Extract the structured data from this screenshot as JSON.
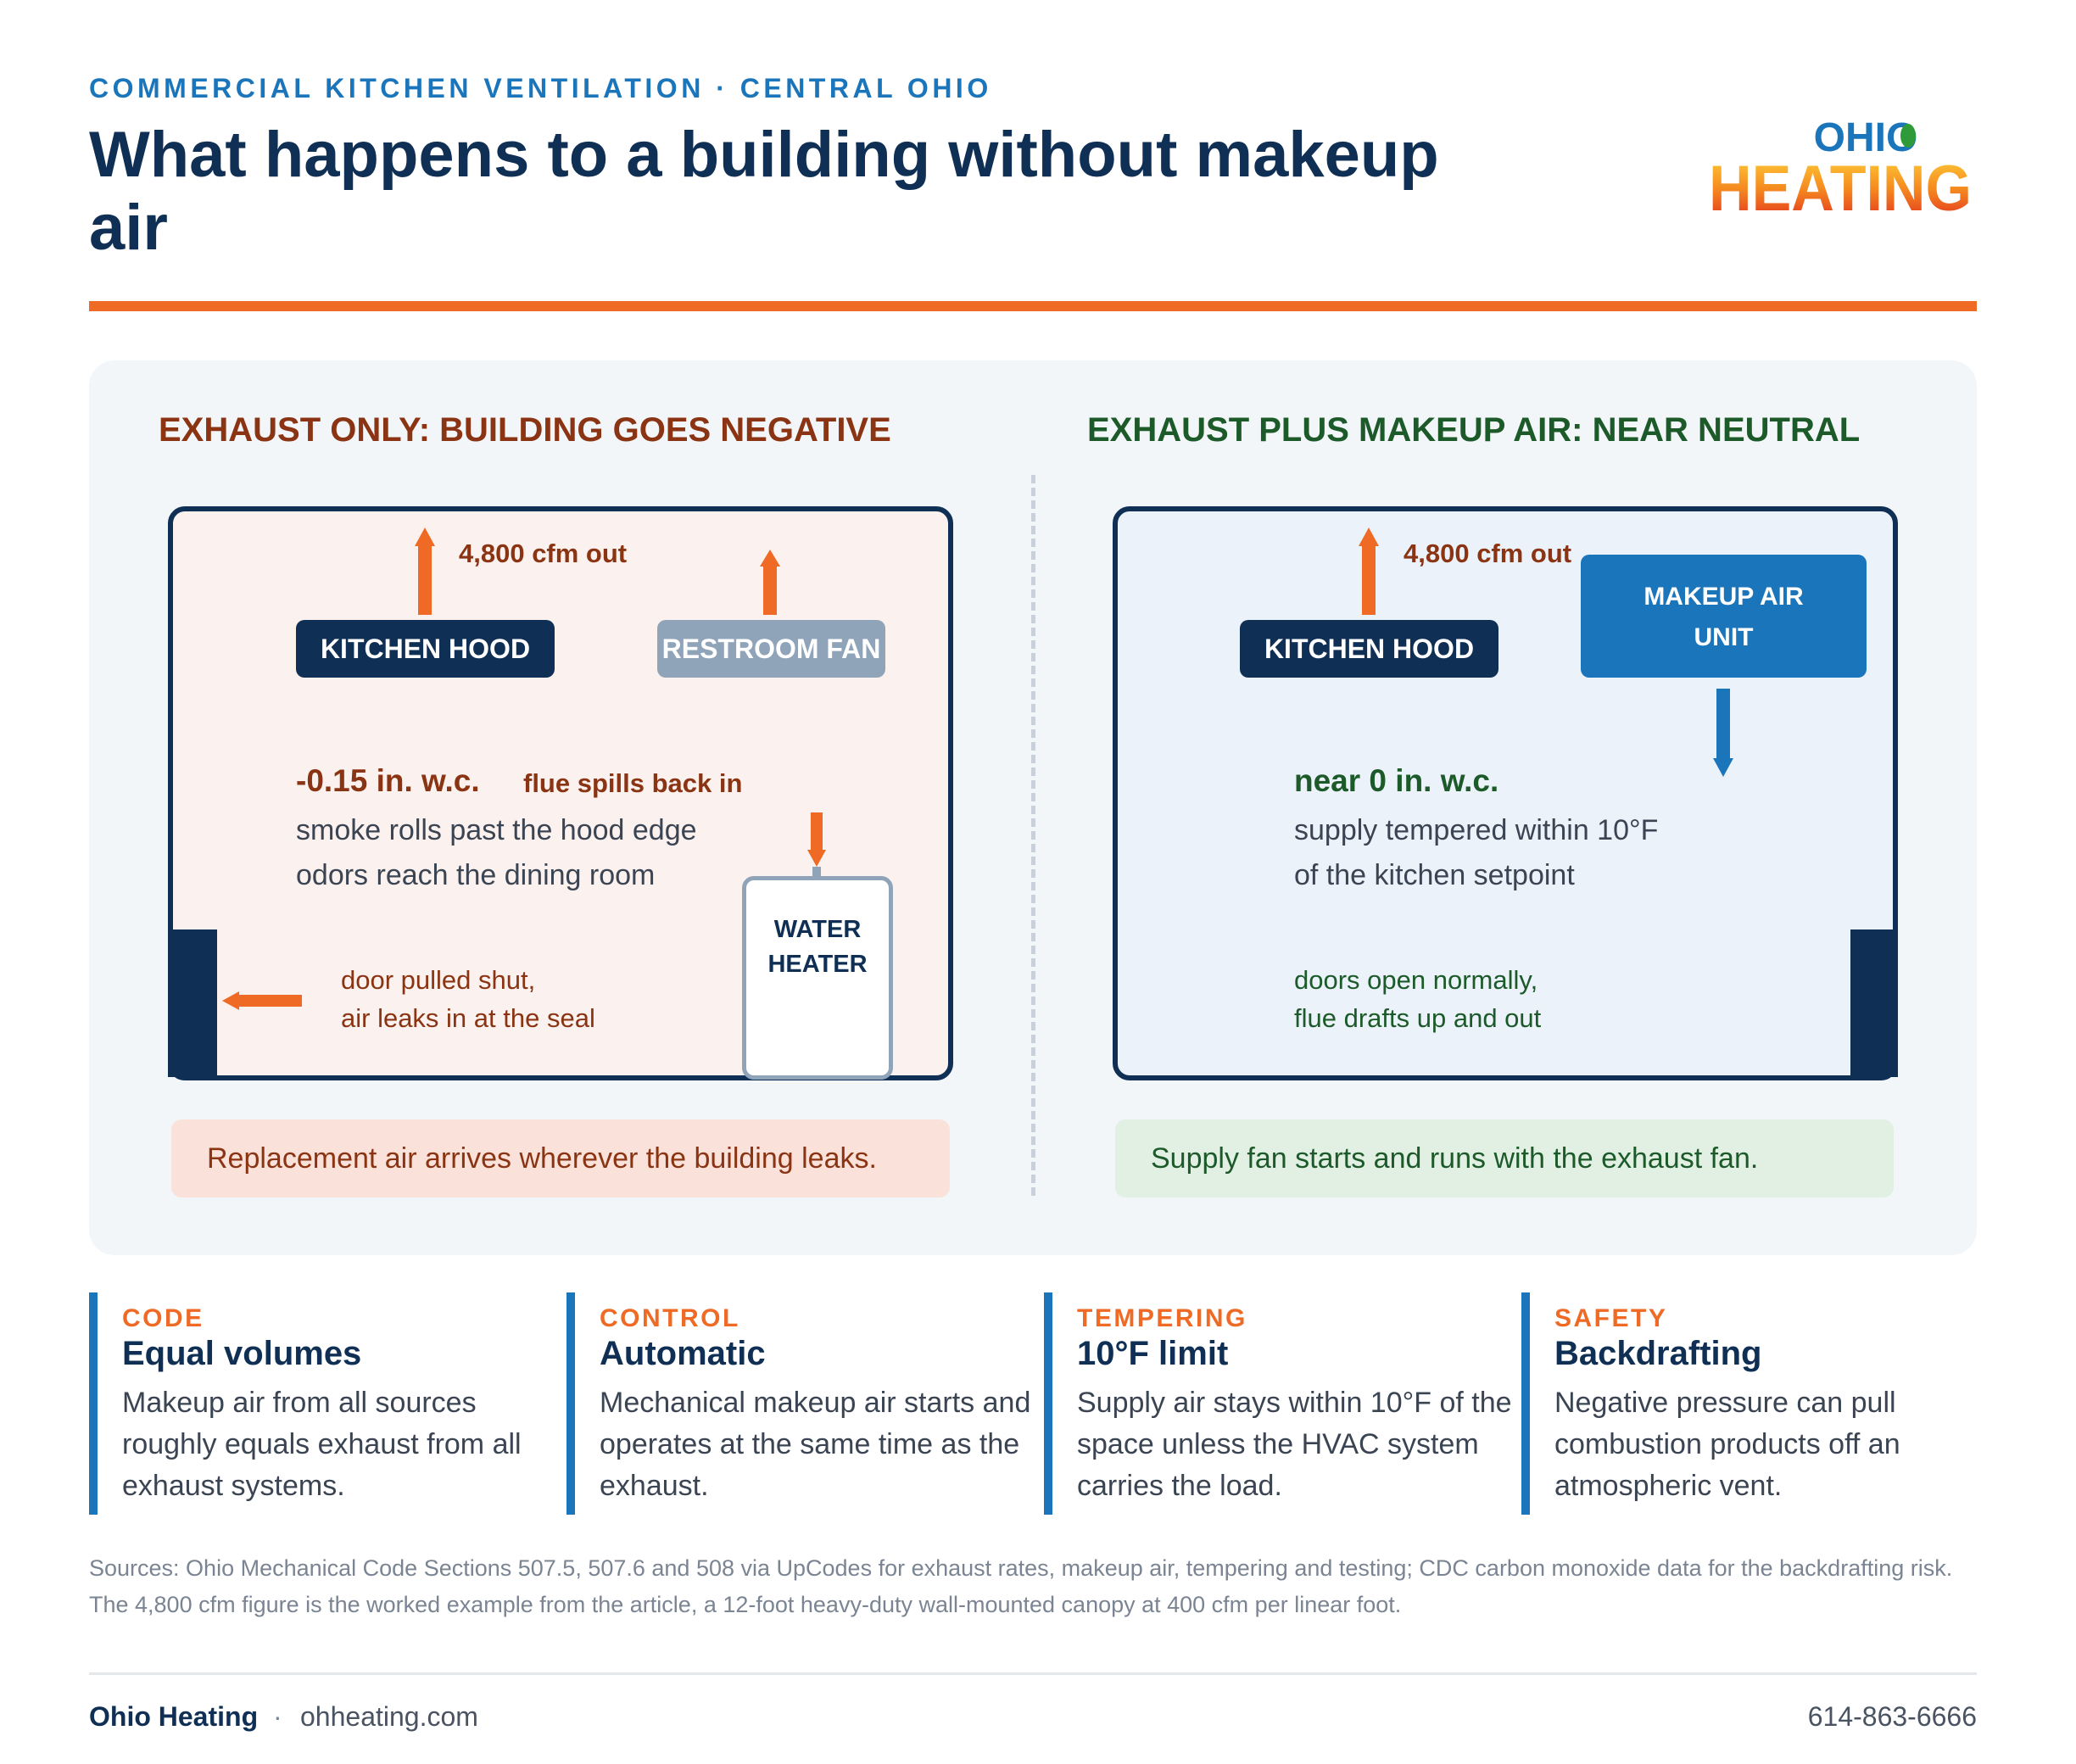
{
  "header": {
    "eyebrow": "COMMERCIAL KITCHEN VENTILATION · CENTRAL OHIO",
    "title": "What happens to a building without makeup air",
    "logo_top": "OHIO",
    "logo_bottom": "HEATING"
  },
  "left": {
    "heading": "EXHAUST ONLY: BUILDING GOES NEGATIVE",
    "flow": "4,800 cfm out",
    "hood": "KITCHEN HOOD",
    "restroom": "RESTROOM FAN",
    "pressure": "-0.15 in. w.c.",
    "flue": "flue spills back in",
    "line1": "smoke rolls past the hood edge",
    "line2": "odors reach the dining room",
    "heater1": "WATER",
    "heater2": "HEATER",
    "door1": "door pulled shut,",
    "door2": "air leaks in at the seal",
    "callout": "Replacement air arrives wherever the building leaks."
  },
  "right": {
    "heading": "EXHAUST PLUS MAKEUP AIR: NEAR NEUTRAL",
    "flow": "4,800 cfm out",
    "hood": "KITCHEN HOOD",
    "mau1": "MAKEUP AIR",
    "mau2": "UNIT",
    "pressure": "near 0 in. w.c.",
    "line1": "supply tempered within 10°F",
    "line2": "of the kitchen setpoint",
    "door1": "doors open normally,",
    "door2": "flue drafts up and out",
    "callout": "Supply fan starts and runs with the exhaust fan."
  },
  "cards": [
    {
      "eyebrow": "CODE",
      "title": "Equal volumes",
      "body": "Makeup air from all sources roughly equals exhaust from all exhaust systems."
    },
    {
      "eyebrow": "CONTROL",
      "title": "Automatic",
      "body": "Mechanical makeup air starts and operates at the same time as the exhaust."
    },
    {
      "eyebrow": "TEMPERING",
      "title": "10°F limit",
      "body": "Supply air stays within 10°F of the space unless the HVAC system carries the load."
    },
    {
      "eyebrow": "SAFETY",
      "title": "Backdrafting",
      "body": "Negative pressure can pull combustion products off an atmospheric vent."
    }
  ],
  "sources": "Sources: Ohio Mechanical Code Sections 507.5, 507.6 and 508 via UpCodes for exhaust rates, makeup air, tempering and testing; CDC carbon monoxide data for the backdrafting risk. The 4,800 cfm figure is the worked example from the article, a 12-foot heavy-duty wall-mounted canopy at 400 cfm per linear foot.",
  "footer": {
    "company": "Ohio Heating",
    "sep": "·",
    "site": "ohheating.com",
    "phone": "614-863-6666"
  },
  "colors": {
    "navy": "#0f2f55",
    "orange": "#ef6a25",
    "blue": "#1b75bb",
    "rust": "#8a3413",
    "green": "#1d5a2a"
  }
}
